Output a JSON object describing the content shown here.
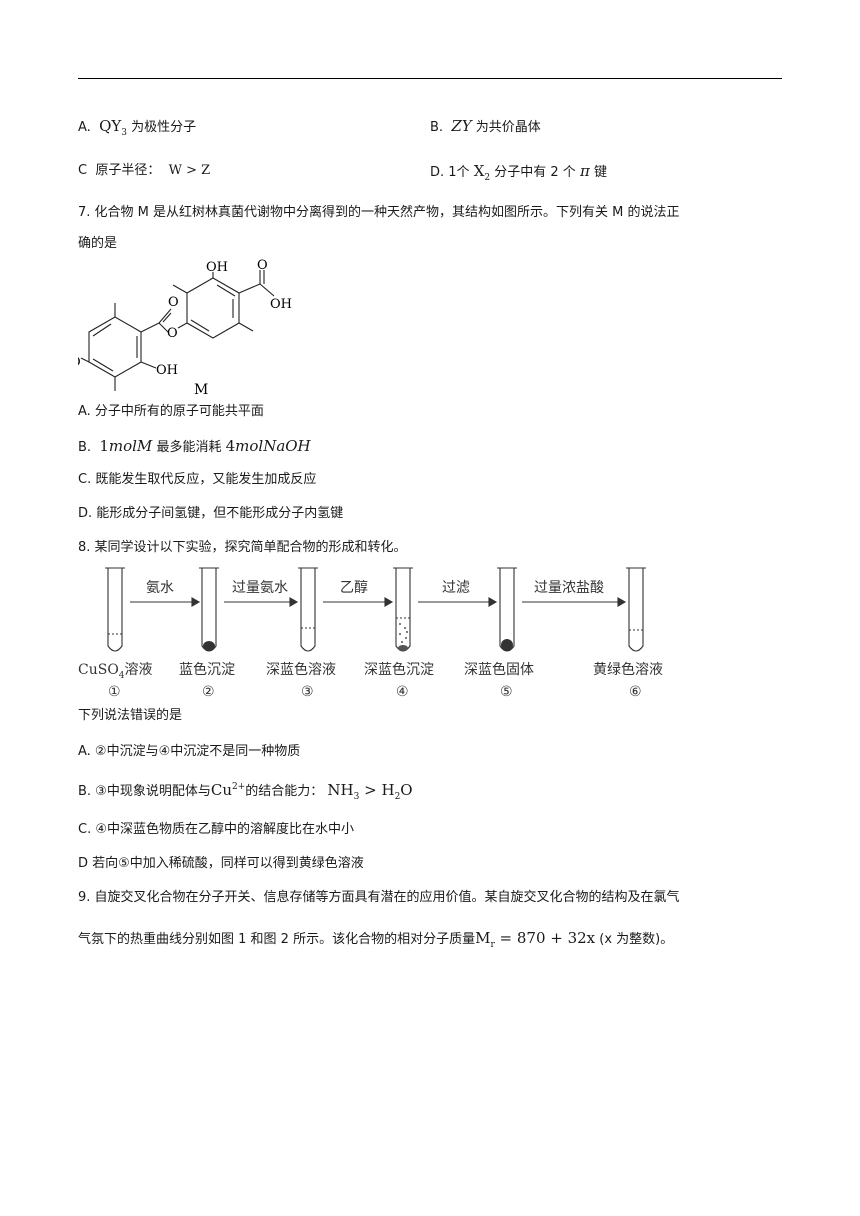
{
  "q6": {
    "a_label": "A.",
    "a_formula": "QY",
    "a_sub": "3",
    "a_text": "为极性分子",
    "b_label": "B.",
    "b_formula": "ZY",
    "b_text": "为共价晶体",
    "c_label": "C",
    "c_text": "原子半径：",
    "c_formula": "W > Z",
    "d_label": "D. 1个",
    "d_formula": "X",
    "d_sub": "2",
    "d_text1": "分子中有 2 个",
    "d_pi": "π",
    "d_text2": "键"
  },
  "q7": {
    "stem_line1": "7. 化合物 M 是从红树林真菌代谢物中分离得到的一种天然产物，其结构如图所示。下列有关 M 的说法正",
    "stem_line2": "确的是",
    "struct": {
      "oh_top": "OH",
      "o_acid": "O",
      "oh_acid": "OH",
      "o_ester": "O",
      "o_bridge": "O",
      "o_methoxy": "O",
      "oh_bottom": "OH",
      "m_label": "M"
    },
    "a": "A. 分子中所有的原子可能共平面",
    "b_label": "B.",
    "b_math1": "1",
    "b_math2": "molM",
    "b_text": "最多能消耗",
    "b_math3": "4",
    "b_math4": "molNaOH",
    "c": "C. 既能发生取代反应，又能发生加成反应",
    "d": "D. 能形成分子间氢键，但不能形成分子内氢键"
  },
  "q8": {
    "stem": "8. 某同学设计以下实验，探究简单配合物的形成和转化。",
    "arrows": [
      "氨水",
      "过量氨水",
      "乙醇",
      "过滤",
      "过量浓盐酸"
    ],
    "tube1_formula": "CuSO",
    "tube1_sub": "4",
    "tube1_text": "溶液",
    "tubes": [
      "蓝色沉淀",
      "深蓝色溶液",
      "深蓝色沉淀",
      "深蓝色固体",
      "黄绿色溶液"
    ],
    "nums": [
      "①",
      "②",
      "③",
      "④",
      "⑤",
      "⑥"
    ],
    "question": "下列说法错误的是",
    "a": "A. ②中沉淀与④中沉淀不是同一种物质",
    "b_text": "B. ③中现象说明配体与",
    "b_cu": "Cu",
    "b_cu_sup": "2+",
    "b_text2": "的结合能力：",
    "b_nh": "NH",
    "b_nh_sub": "3",
    "b_gt": " > H",
    "b_h_sub": "2",
    "b_o": "O",
    "c": "C. ④中深蓝色物质在乙醇中的溶解度比在水中小",
    "d": "D  若向⑤中加入稀硫酸，同样可以得到黄绿色溶液"
  },
  "q9": {
    "line1": "9. 自旋交叉化合物在分子开关、信息存储等方面具有潜在的应用价值。某自旋交叉化合物的结构及在氯气",
    "line2_a": "气氛下的热重曲线分别如图 1 和图 2 所示。该化合物的相对分子质量",
    "line2_m": "M",
    "line2_msub": "r",
    "line2_eq": " = 870 + 32x",
    "line2_b": " (x 为整数)。"
  }
}
